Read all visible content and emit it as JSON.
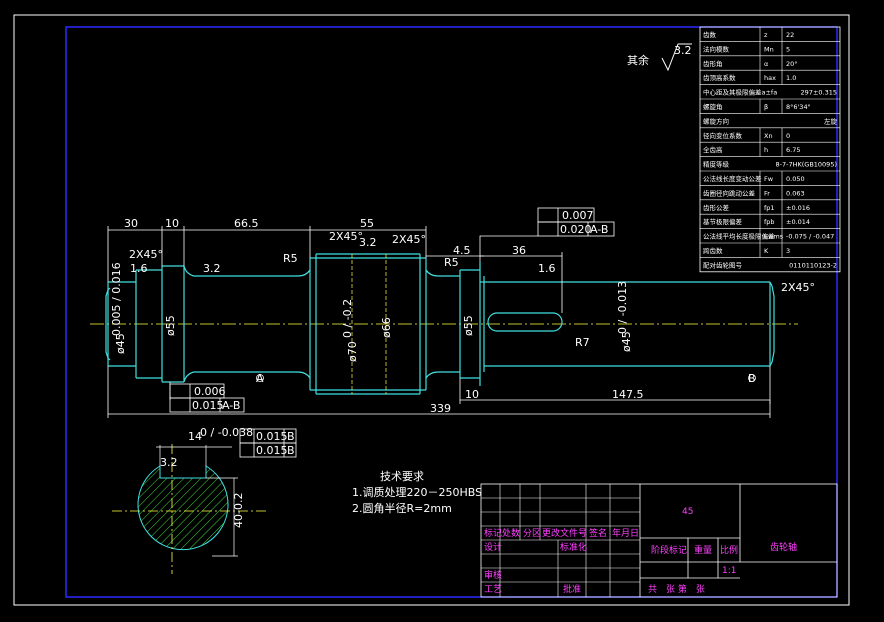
{
  "roughness": {
    "label": "其余",
    "value": "3.2"
  },
  "param_table": {
    "rows": [
      {
        "name": "齿数",
        "sym": "z",
        "val": "22"
      },
      {
        "name": "法向模数",
        "sym": "Mn",
        "val": "5"
      },
      {
        "name": "齿形角",
        "sym": "α",
        "val": "20°"
      },
      {
        "name": "齿顶高系数",
        "sym": "hax",
        "val": "1.0"
      },
      {
        "name": "中心距及其极限偏差a±fa",
        "sym": "",
        "val": "297±0.315"
      },
      {
        "name": "螺旋角",
        "sym": "β",
        "val": "8°6'34\""
      },
      {
        "name": "螺旋方向",
        "sym": "",
        "val": "左旋"
      },
      {
        "name": "径向变位系数",
        "sym": "Xn",
        "val": "0"
      },
      {
        "name": "全齿高",
        "sym": "h",
        "val": "6.75"
      },
      {
        "name": "精度等级",
        "sym": "",
        "val": "8-7-7HK(GB10095)"
      },
      {
        "name": "公法线长度变动公差",
        "sym": "Fw",
        "val": "0.050"
      },
      {
        "name": "齿圈径向跳动公差",
        "sym": "Fr",
        "val": "0.063"
      },
      {
        "name": "齿形公差",
        "sym": "fp1",
        "val": "±0.016"
      },
      {
        "name": "基节极限偏差",
        "sym": "fpb",
        "val": "±0.014"
      },
      {
        "name": "公法线平均长度极限偏差",
        "sym": "Ewms",
        "val": "-0.075 / -0.047"
      },
      {
        "name": "跨齿数",
        "sym": "K",
        "val": "3"
      },
      {
        "name": "配对齿轮图号",
        "sym": "",
        "val": "0110110123-2"
      }
    ]
  },
  "dims": {
    "d30": "30",
    "d10a": "10",
    "d66_5": "66.5",
    "d55": "55",
    "d4_5": "4.5",
    "d36": "36",
    "d10b": "10",
    "d147_5": "147.5",
    "d339": "339",
    "chamfer_left": "2X45°",
    "chamfer_right": "2X45°",
    "chamfer_gear_l": "2X45°",
    "chamfer_gear_r": "2X45°",
    "r5_left": "R5",
    "r5_right": "R5",
    "r7": "R7",
    "phi45_left": "ø45",
    "phi45_left_tol": "0.005 / 0.016",
    "phi55_left": "ø55",
    "phi70": "ø70",
    "phi70_tol": "0 / -0.2",
    "phi66": "ø66",
    "phi55_right": "ø55",
    "phi45_right": "ø45",
    "phi45_right_tol": "0 / -0.013",
    "rough_16a": "1.6",
    "rough_32a": "3.2",
    "rough_32b": "3.2",
    "rough_16b": "1.6"
  },
  "fcf": {
    "upper_1": "0.007",
    "upper_2": "0.020",
    "upper_2_ref": "A-B",
    "lower_1": "0.006",
    "lower_2": "0.015",
    "lower_2_ref": "A-B",
    "key_sym_val": "0.015",
    "key_sym_ref": "B",
    "key_par_val": "0.015",
    "key_par_ref": "B",
    "datum_a": "A",
    "datum_b": "B"
  },
  "section": {
    "width": "14",
    "width_tol": "0 / -0.038",
    "depth": "40-0.2",
    "rough": "3.2"
  },
  "tech": {
    "title": "技术要求",
    "items": [
      "1.调质处理220－250HBS",
      "2.圆角半径R=2mm"
    ]
  },
  "title_block": {
    "material": "45",
    "part_name": "齿轮轴",
    "hdr": [
      "标记",
      "处数",
      "分区",
      "更改文件号",
      "签名",
      "年月日"
    ],
    "design": "设计",
    "standard": "标准化",
    "review": "审核",
    "process": "工艺",
    "approve": "批准",
    "stage": "阶段标记",
    "weight": "重量",
    "scale": "比例",
    "scale_val": "1:1",
    "sheet": "共　张 第　张"
  }
}
